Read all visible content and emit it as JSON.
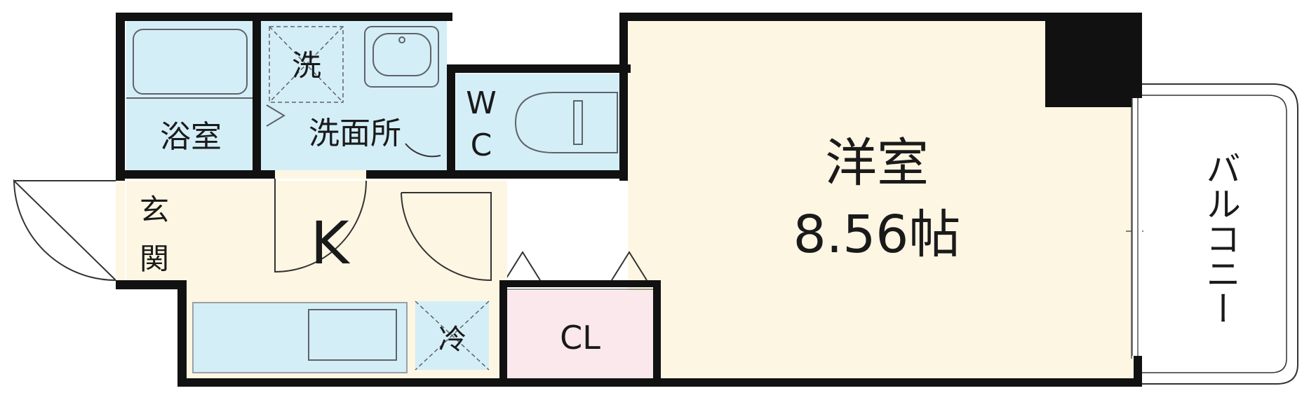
{
  "rooms": {
    "bath": "浴室",
    "washer": "洗",
    "washroom": "洗面所",
    "wc_top": "W",
    "wc_bottom": "C",
    "entrance_top": "玄",
    "entrance_bottom": "関",
    "kitchen": "K",
    "fridge": "冷",
    "closet": "CL",
    "western_room": "洋室",
    "western_room_size": "8.56帖",
    "balcony": "バルコニー"
  },
  "colors": {
    "wall": "#111111",
    "floor": "#fdf6e3",
    "water_area": "#d4eef8",
    "closet_floor": "#fbe8ec",
    "balcony": "#ffffff"
  }
}
